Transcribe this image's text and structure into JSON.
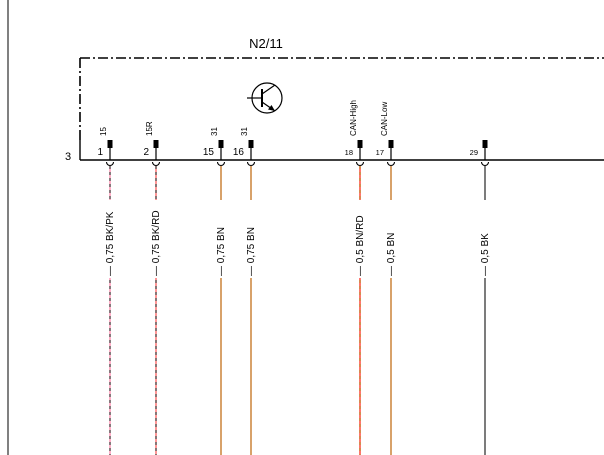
{
  "component": {
    "label": "N2/11",
    "connector_number": "3",
    "symbol": "transistor-icon"
  },
  "pins": [
    {
      "pin": "1",
      "signal": "15",
      "wire": "0,75 BK/PK",
      "colors": [
        "#ff8fb0",
        "#555555"
      ]
    },
    {
      "pin": "2",
      "signal": "15R",
      "wire": "0,75 BK/RD",
      "colors": [
        "#ff6a6a",
        "#555555"
      ]
    },
    {
      "pin": "15",
      "signal": "31",
      "wire": "0,75 BN",
      "colors": [
        "#c87a2a"
      ]
    },
    {
      "pin": "16",
      "signal": "31",
      "wire": "0,75 BN",
      "colors": [
        "#c87a2a"
      ]
    },
    {
      "pin": "18",
      "signal": "CAN-High",
      "wire": "0,5 BN/RD",
      "colors": [
        "#ff3b30",
        "#c87a2a"
      ]
    },
    {
      "pin": "17",
      "signal": "CAN-Low",
      "wire": "0,5 BN",
      "colors": [
        "#c87a2a"
      ]
    },
    {
      "pin": "29",
      "signal": "",
      "wire": "0,5 BK",
      "colors": [
        "#444444"
      ]
    }
  ]
}
